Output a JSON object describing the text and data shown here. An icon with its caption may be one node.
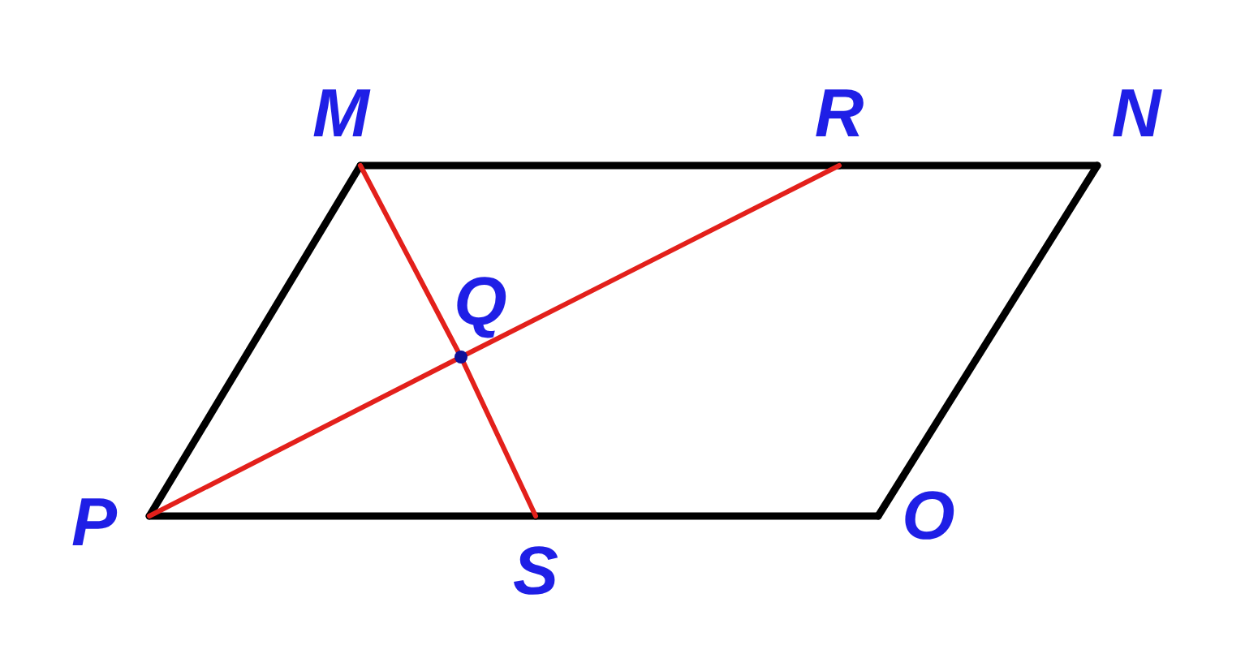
{
  "diagram": {
    "nodes": [
      {
        "text": [],
        "shape": "point",
        "beside": [
          "M"
        ]
      },
      {
        "text": [],
        "shape": "point",
        "beside": [
          "R"
        ]
      },
      {
        "text": [],
        "shape": "point",
        "beside": [
          "N"
        ]
      },
      {
        "text": [],
        "shape": "point",
        "beside": [
          "Q"
        ]
      },
      {
        "text": [],
        "shape": "point",
        "beside": [
          "P"
        ]
      },
      {
        "text": [],
        "shape": "point",
        "beside": [
          "S"
        ]
      },
      {
        "text": [],
        "shape": "point",
        "beside": [
          "O"
        ]
      }
    ],
    "edges": [
      {
        "from": 4,
        "to": 0,
        "arrow": "none"
      },
      {
        "from": 0,
        "to": 1,
        "arrow": "none"
      },
      {
        "from": 1,
        "to": 2,
        "arrow": "none"
      },
      {
        "from": 2,
        "to": 6,
        "arrow": "none"
      },
      {
        "from": 6,
        "to": 5,
        "arrow": "none"
      },
      {
        "from": 5,
        "to": 4,
        "arrow": "none"
      },
      {
        "from": 0,
        "to": 3,
        "arrow": "none",
        "color": "#e3201b"
      },
      {
        "from": 3,
        "to": 5,
        "arrow": "none",
        "color": "#e3201b"
      },
      {
        "from": 4,
        "to": 3,
        "arrow": "none",
        "color": "#e3201b"
      },
      {
        "from": 3,
        "to": 1,
        "arrow": "none",
        "color": "#e3201b"
      }
    ]
  }
}
